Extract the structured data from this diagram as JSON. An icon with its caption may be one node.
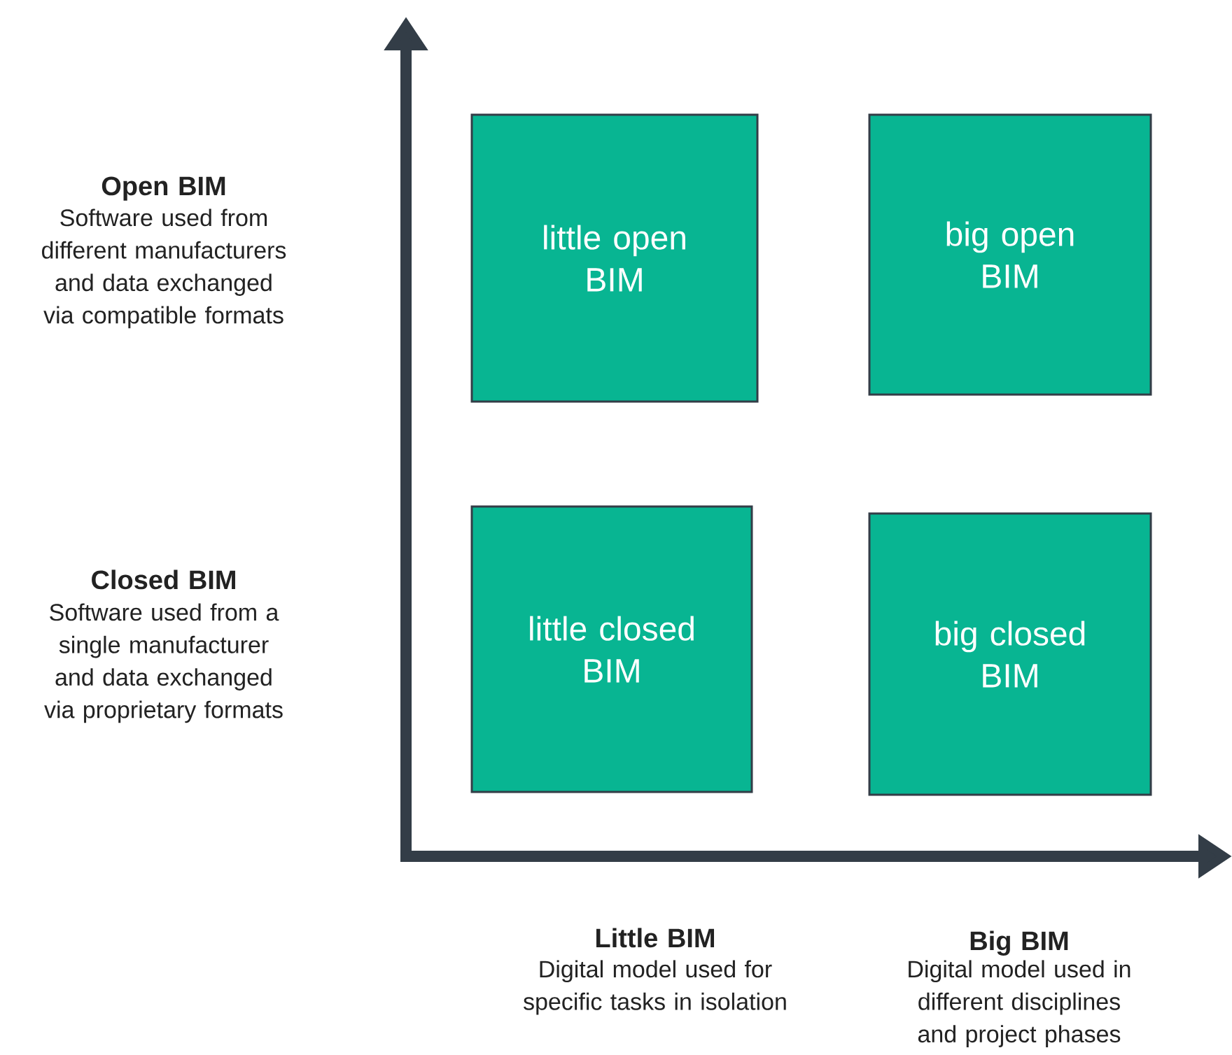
{
  "diagram": {
    "nodes": [
      {
        "text": [
          "little open BIM"
        ]
      },
      {
        "text": [
          "big open BIM"
        ]
      },
      {
        "text": [
          "little closed BIM"
        ]
      },
      {
        "text": [
          "big closed BIM"
        ]
      }
    ],
    "labels": [
      "Open BIM",
      "Software used from different manufacturers and data exchanged via compatible formats",
      "Closed BIM",
      "Software used from a single manufacturer and data exchanged via proprietary formats",
      "Little BIM",
      "Digital model used for specific tasks in isolation",
      "Big BIM",
      "Digital model used in different disciplines and project phases"
    ]
  }
}
